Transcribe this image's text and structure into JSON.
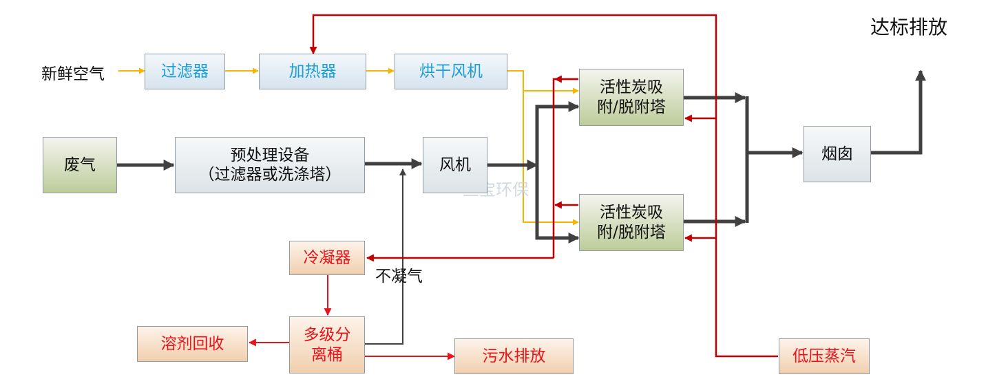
{
  "inputs": {
    "fresh_air": "新鲜空气",
    "non_condensable": "不凝气",
    "discharge": "达标排放"
  },
  "boxes": {
    "filter": "过滤器",
    "heater": "加热器",
    "dry_fan": "烘干风机",
    "waste_gas": "废气",
    "pretreat_1": "预处理设备",
    "pretreat_2": "（过滤器或洗涤塔）",
    "fan": "风机",
    "tower1_1": "活性炭吸",
    "tower1_2": "附/脱附塔",
    "tower2_1": "活性炭吸",
    "tower2_2": "附/脱附塔",
    "chimney": "烟囱",
    "condenser": "冷凝器",
    "separator_1": "多级分",
    "separator_2": "离桶",
    "solvent_recovery": "溶剂回收",
    "wastewater": "污水排放",
    "steam": "低压蒸汽"
  },
  "watermark": "兰宝环保",
  "colors": {
    "air_line": "#f7b400",
    "main_line": "#404040",
    "steam_line": "#c00000",
    "blue_text": "#1a9fd8",
    "red_text": "#e8141b"
  }
}
